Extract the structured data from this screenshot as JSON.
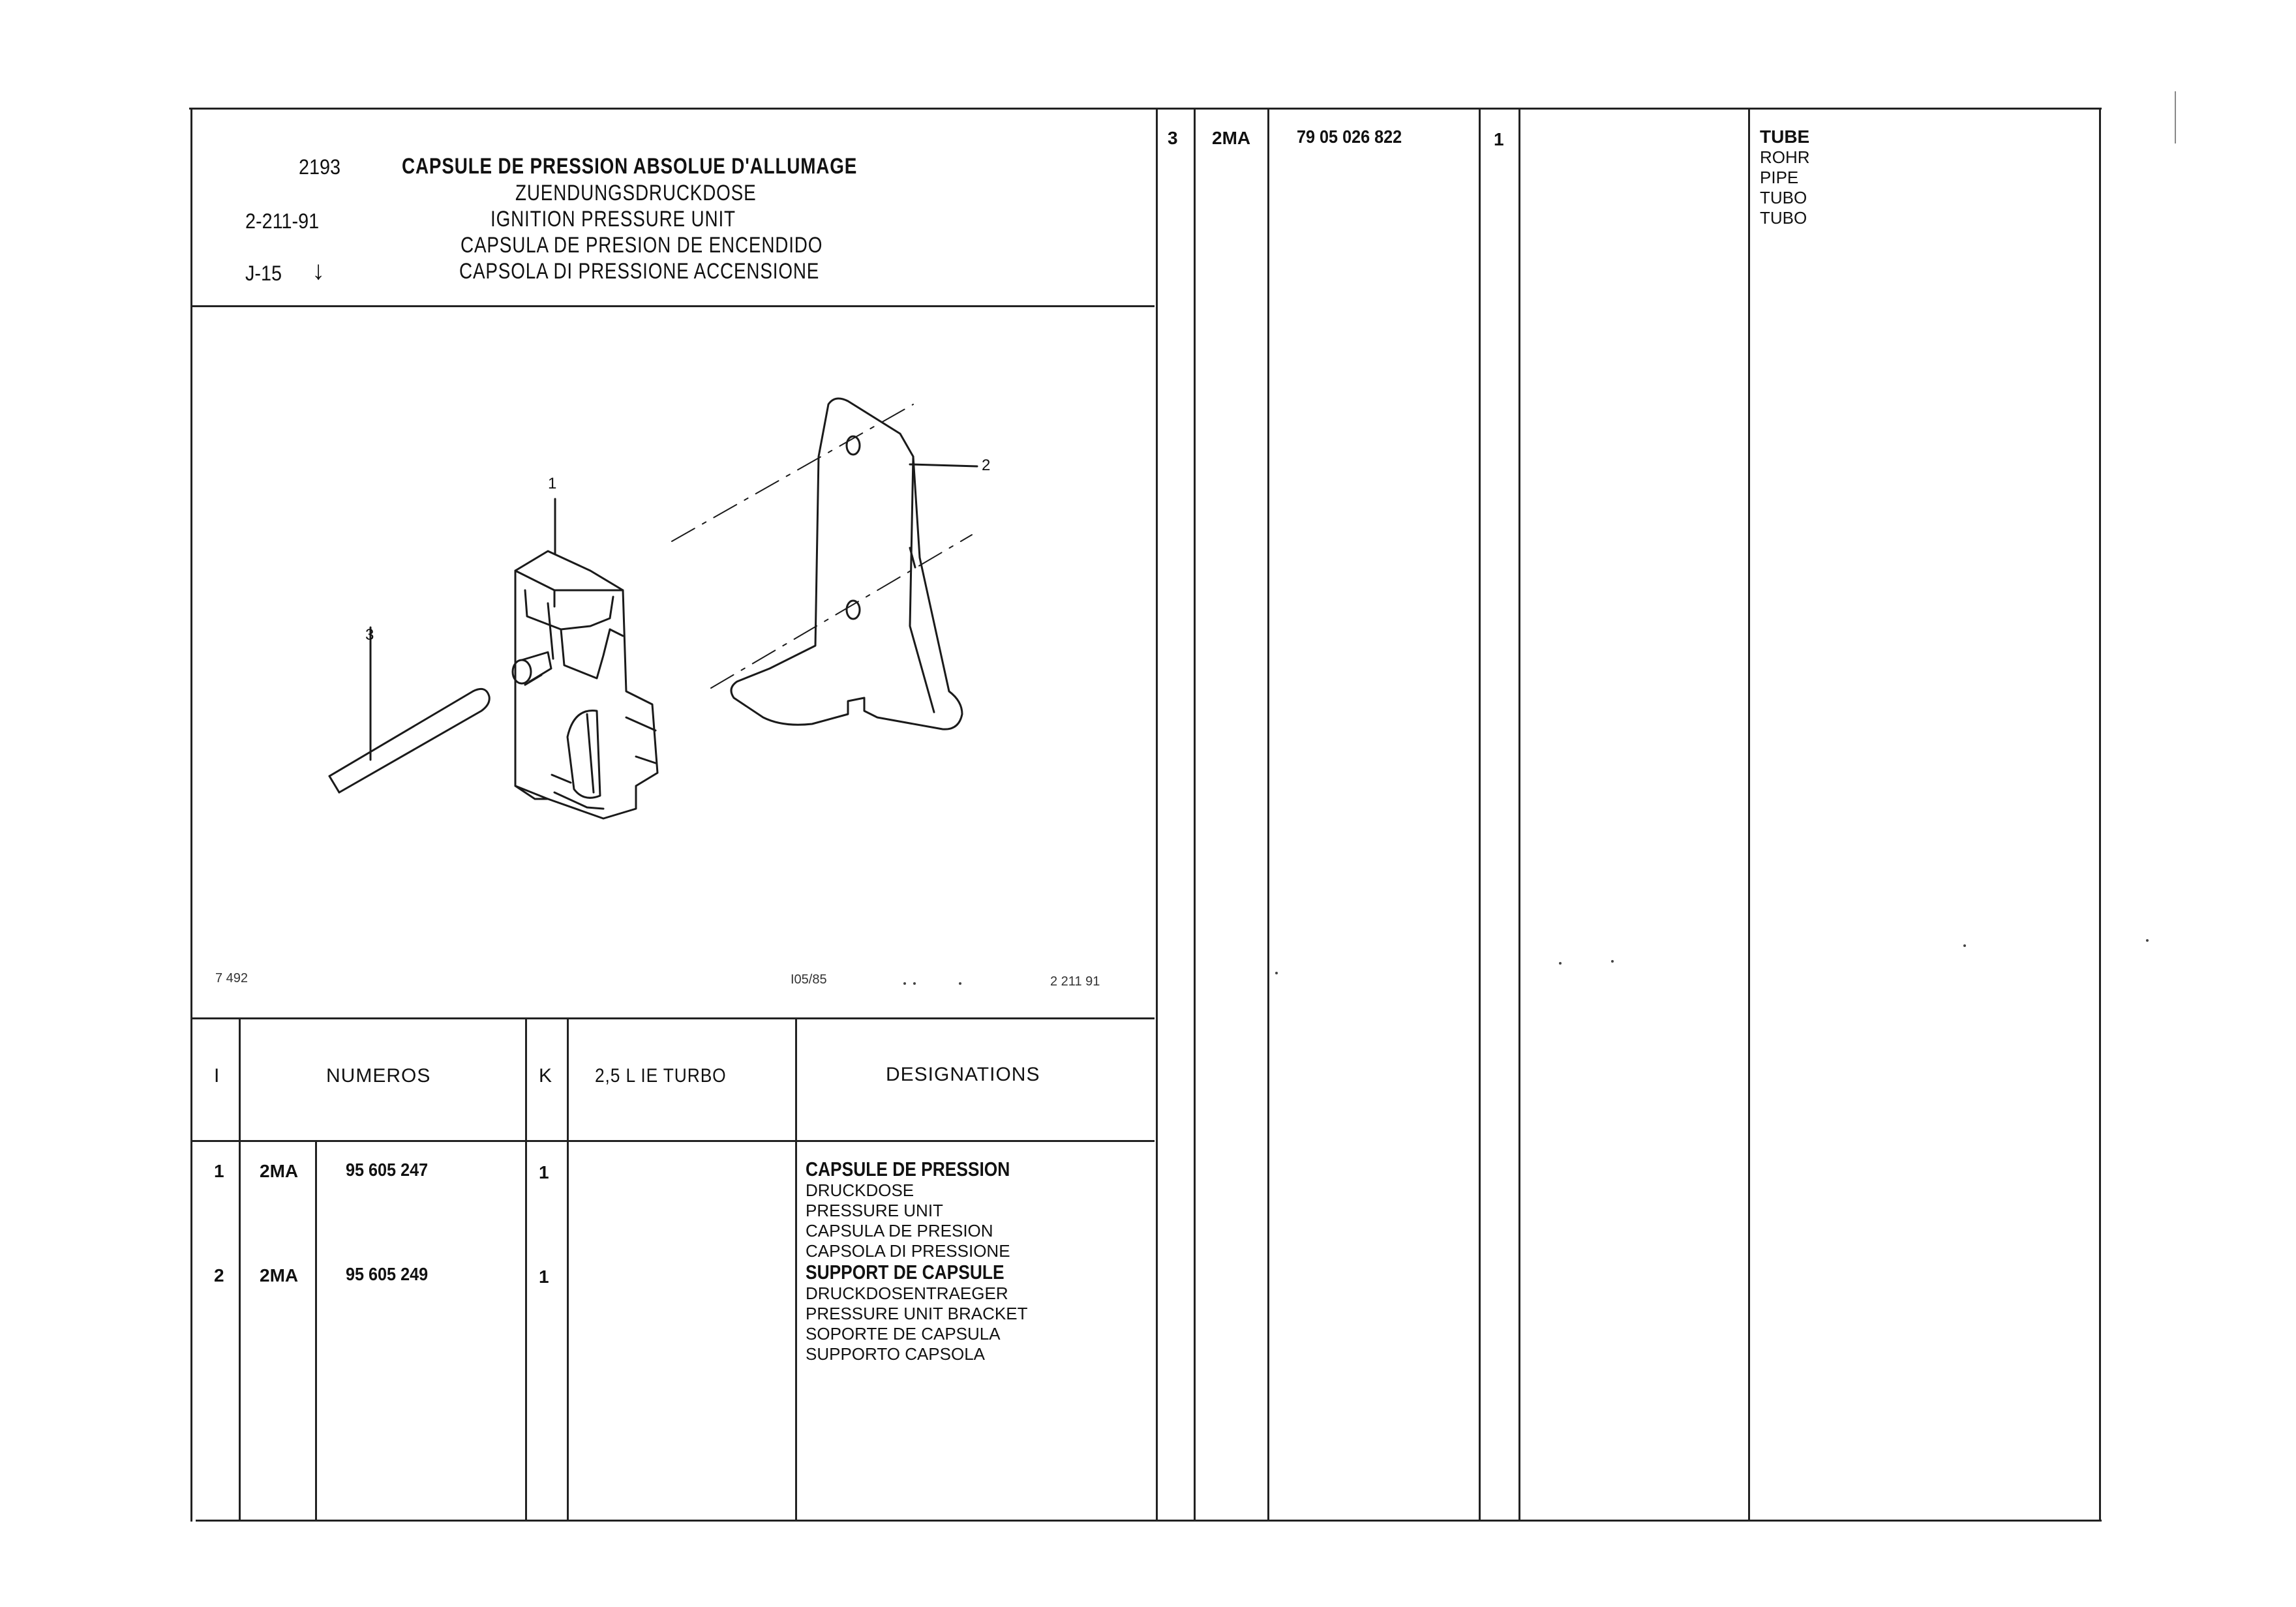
{
  "header": {
    "group_number": "2193",
    "ref_code": "2-211-91",
    "j_code": "J-15",
    "arrow": "↓",
    "titles": [
      "CAPSULE DE PRESSION ABSOLUE D'ALLUMAGE",
      "ZUENDUNGSDRUCKDOSE",
      "IGNITION PRESSURE UNIT",
      "CAPSULA DE PRESION DE ENCENDIDO",
      "CAPSOLA DI PRESSIONE ACCENSIONE"
    ]
  },
  "drawing": {
    "callouts": [
      "1",
      "2",
      "3"
    ],
    "footer_left": "7 492",
    "footer_mid": "I05/85",
    "footer_right": "2 211 91"
  },
  "table": {
    "headers": {
      "item": "I",
      "numeros": "NUMEROS",
      "k": "K",
      "model": "2,5 L IE TURBO",
      "designations": "DESIGNATIONS"
    },
    "rows": [
      {
        "item": "1",
        "prefix": "2MA",
        "number": "95 605 247",
        "qty": "1",
        "desc_main": "CAPSULE DE PRESSION",
        "desc_lines": [
          "DRUCKDOSE",
          "PRESSURE UNIT",
          "CAPSULA DE PRESION",
          "CAPSOLA DI PRESSIONE"
        ]
      },
      {
        "item": "2",
        "prefix": "2MA",
        "number": "95 605 249",
        "qty": "1",
        "desc_main": "SUPPORT DE CAPSULE",
        "desc_lines": [
          "DRUCKDOSENTRAEGER",
          "PRESSURE UNIT BRACKET",
          "SOPORTE DE CAPSULA",
          "SUPPORTO CAPSOLA"
        ]
      }
    ],
    "right_rows": [
      {
        "item": "3",
        "prefix": "2MA",
        "number": "79 05 026 822",
        "qty": "1",
        "desc_main": "TUBE",
        "desc_lines": [
          "ROHR",
          "PIPE",
          "TUBO",
          "TUBO"
        ]
      }
    ]
  }
}
